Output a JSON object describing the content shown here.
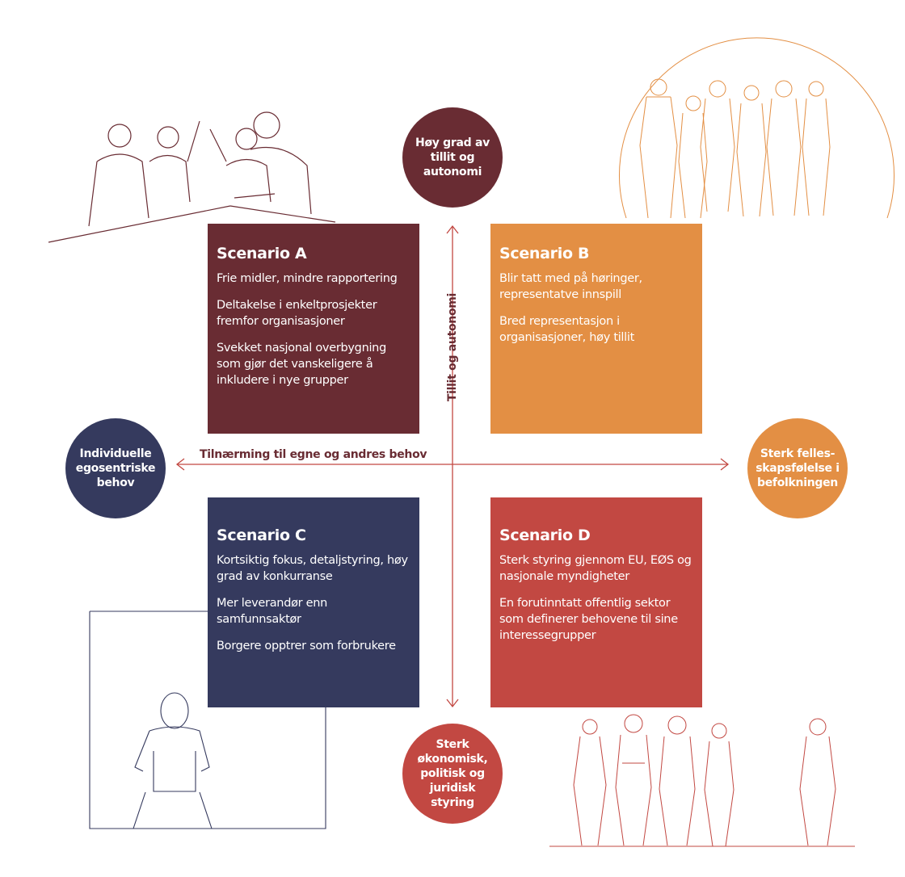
{
  "colors": {
    "scenario_a": "#692c33",
    "scenario_b": "#e38f44",
    "scenario_c": "#353a5e",
    "scenario_d": "#c24842",
    "axis": "#c24842"
  },
  "axes": {
    "horizontal_label": "Tilnærming til egne og andres behov",
    "vertical_label": "Tillit og autonomi"
  },
  "poles": {
    "top": "Høy grad av tillit og autonomi",
    "left": "Individuelle egosentriske behov",
    "right": "Sterk felles-skapsfølelse i befolkningen",
    "bottom": "Sterk økonomisk, politisk og juridisk styring"
  },
  "scenarios": [
    {
      "title": "Scenario A",
      "points": [
        "Frie midler, mindre rapportering",
        "Deltakelse i enkeltprosjekter fremfor organisasjoner",
        "Svekket nasjonal overbygning som gjør det vanskeligere å inkludere i nye grupper"
      ]
    },
    {
      "title": "Scenario B",
      "points": [
        "Blir tatt med på høringer, representatve innspill",
        "Bred representasjon i organisasjoner, høy tillit"
      ]
    },
    {
      "title": "Scenario C",
      "points": [
        "Kortsiktig fokus, detaljstyring, høy grad av konkurranse",
        "Mer leverandør enn samfunnsaktør",
        "Borgere opptrer som forbrukere"
      ]
    },
    {
      "title": "Scenario D",
      "points": [
        "Sterk styring gjennom EU, EØS og nasjonale myndigheter",
        "En forutinntatt offentlig sektor som definerer behovene til sine interessegrupper"
      ]
    }
  ]
}
